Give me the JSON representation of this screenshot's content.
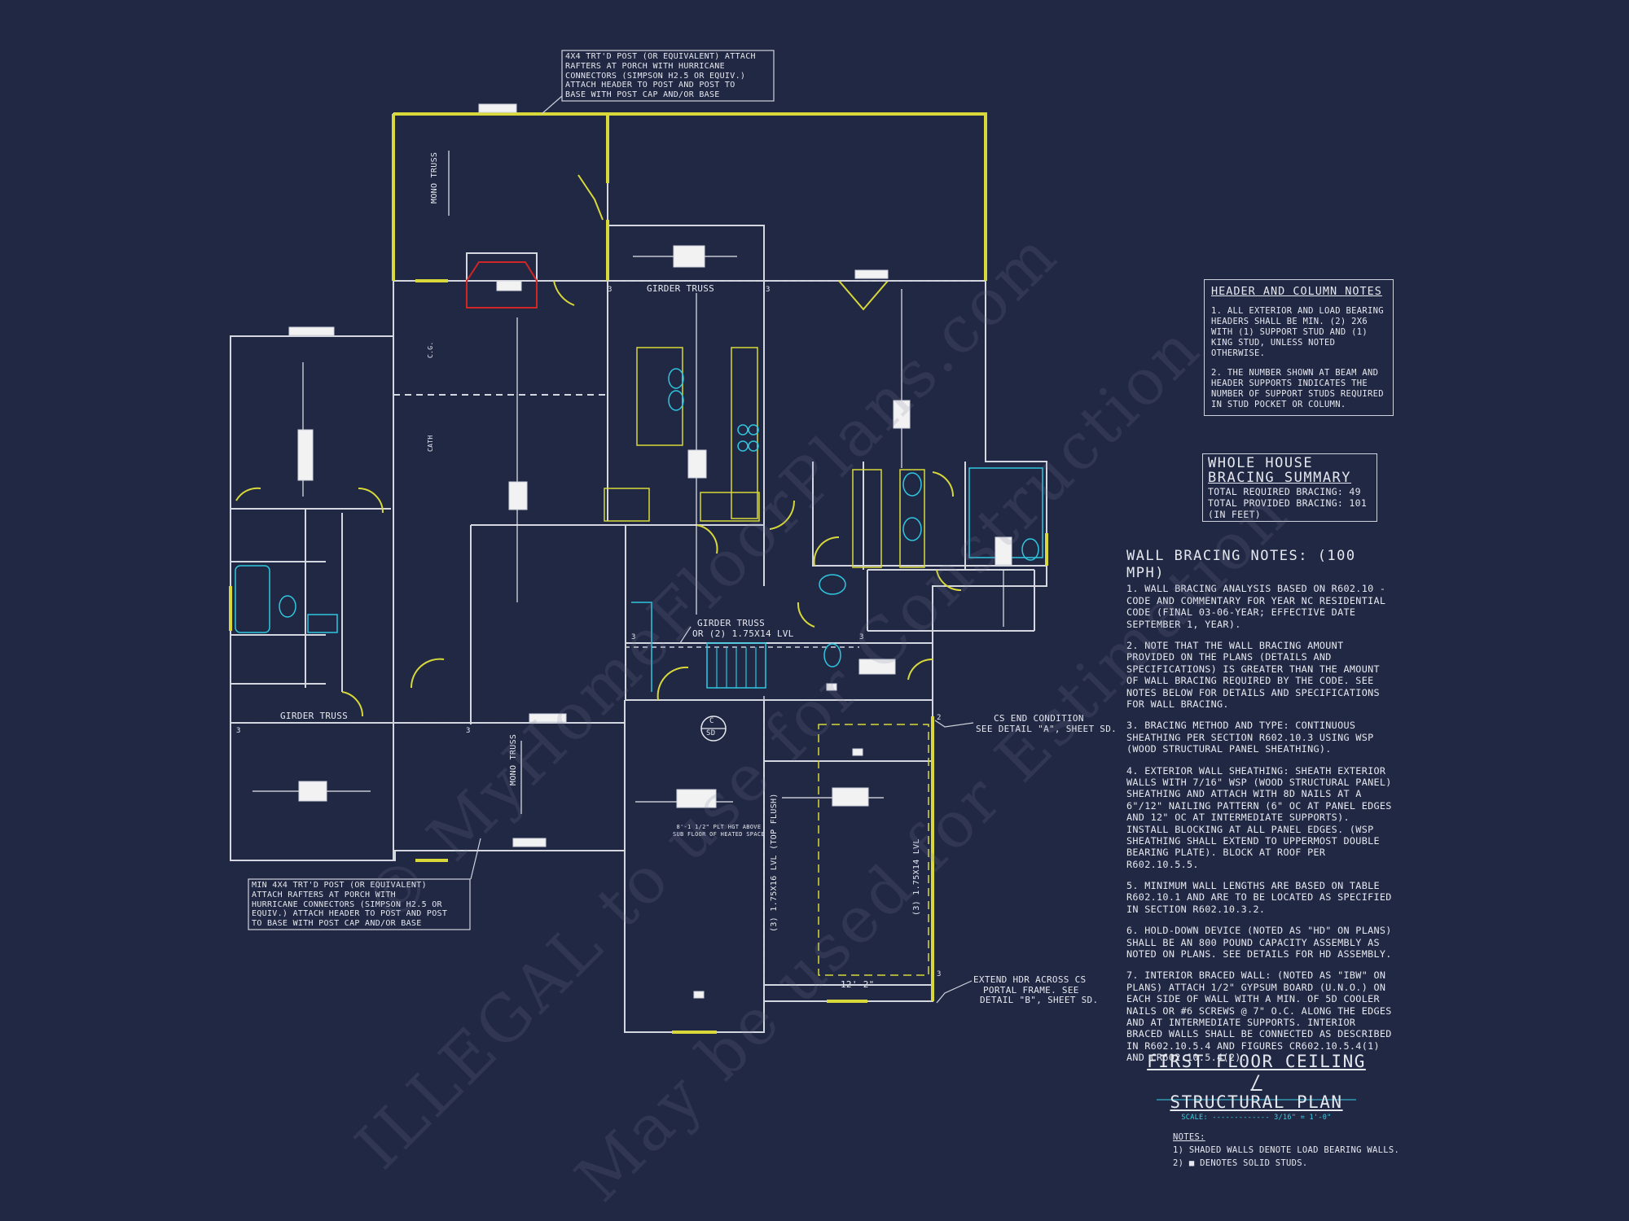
{
  "callouts": {
    "top_post": [
      "4x4 TRT'D POST (OR EQUIVALENT) ATTACH",
      "RAFTERS AT PORCH WITH HURRICANE",
      "CONNECTORS (SIMPSON H2.5 OR EQUIV.)",
      "ATTACH HEADER TO POST AND POST TO",
      "BASE WITH POST CAP AND/OR BASE"
    ],
    "bottom_post": [
      "MIN 4x4 TRT'D POST (OR EQUIVALENT)",
      "ATTACH RAFTERS AT PORCH WITH",
      "HURRICANE CONNECTORS (SIMPSON H2.5 OR",
      "EQUIV.) ATTACH HEADER TO POST AND POST",
      "TO BASE WITH POST CAP AND/OR BASE"
    ],
    "cs_end": [
      "CS END CONDITION",
      "SEE DETAIL \"A\", SHEET SD."
    ],
    "extend_hdr": [
      "EXTEND HDR ACROSS CS",
      "PORTAL FRAME. SEE",
      "DETAIL \"B\", SHEET SD."
    ],
    "girder_truss_2": [
      "GIRDER TRUSS",
      "OR (2) 1.75x14 LVL"
    ]
  },
  "plan_labels": {
    "girder_truss_top": "GIRDER TRUSS",
    "girder_truss_left": "GIRDER TRUSS",
    "mono_truss": "MONO TRUSS",
    "mono_truss_2": "MONO TRUSS",
    "cg": "C.G.",
    "cath": "CATH",
    "lvl_1": "(3) 1.75x16 LVL (TOP FLUSH)",
    "lvl_2": "(3) 1.75x14 LVL",
    "plt_note": [
      "8'-1 1/2\" PLT HGT ABOVE",
      "SUB FLOOR OF HEATED SPACE"
    ],
    "dim": "12'-2\"",
    "section_top": "C",
    "section_bottom": "SD",
    "num_3": "3",
    "num_2": "2"
  },
  "header_notes": {
    "title": "HEADER AND COLUMN NOTES",
    "p1": "1. ALL EXTERIOR AND LOAD BEARING HEADERS SHALL BE MIN. (2) 2x6 WITH (1) SUPPORT STUD AND (1) KING STUD, UNLESS NOTED OTHERWISE.",
    "p2": "2. THE NUMBER SHOWN AT BEAM AND HEADER SUPPORTS INDICATES THE NUMBER OF SUPPORT STUDS REQUIRED IN STUD POCKET OR COLUMN."
  },
  "bracing_summary": {
    "title_1": "WHOLE HOUSE",
    "title_2": "BRACING SUMMARY",
    "required": "TOTAL REQUIRED BRACING: 49",
    "provided": "TOTAL PROVIDED BRACING: 101",
    "unit": "(IN FEET)"
  },
  "wall_bracing": {
    "title": "WALL BRACING NOTES: (100 MPH)",
    "p1": "1. WALL BRACING ANALYSIS BASED ON R602.10 - CODE AND COMMENTARY FOR YEAR NC RESIDENTIAL CODE (FINAL 03-06-YEAR; EFFECTIVE DATE SEPTEMBER 1, YEAR).",
    "p2": "2. NOTE THAT THE WALL BRACING AMOUNT PROVIDED ON THE PLANS (DETAILS AND SPECIFICATIONS) IS GREATER THAN THE AMOUNT OF WALL BRACING REQUIRED BY THE CODE. SEE NOTES BELOW FOR DETAILS AND SPECIFICATIONS FOR WALL BRACING.",
    "p3": "3. BRACING METHOD AND TYPE: CONTINUOUS SHEATHING PER SECTION R602.10.3 USING WSP (WOOD STRUCTURAL PANEL SHEATHING).",
    "p4": "4. EXTERIOR WALL SHEATHING: SHEATH EXTERIOR WALLS WITH 7/16\" WSP (WOOD STRUCTURAL PANEL) SHEATHING AND ATTACH WITH 8d NAILS AT A 6\"/12\" NAILING PATTERN (6\" OC AT PANEL EDGES AND 12\" OC AT INTERMEDIATE SUPPORTS). INSTALL BLOCKING AT ALL PANEL EDGES. (WSP SHEATHING SHALL EXTEND TO UPPERMOST DOUBLE BEARING PLATE). BLOCK AT ROOF PER R602.10.5.5.",
    "p5": "5. MINIMUM WALL LENGTHS ARE BASED ON TABLE R602.10.1 AND ARE TO BE LOCATED AS SPECIFIED IN SECTION R602.10.3.2.",
    "p6": "6. HOLD-DOWN DEVICE (NOTED AS \"HD\" ON PLANS) SHALL BE AN 800 POUND CAPACITY ASSEMBLY AS NOTED ON PLANS. SEE DETAILS FOR HD ASSEMBLY.",
    "p7": "7. INTERIOR BRACED WALL: (NOTED AS \"IBW\" ON PLANS) ATTACH 1/2\" GYPSUM BOARD (U.N.O.) ON EACH SIDE OF WALL WITH A MIN. OF 5d COOLER NAILS OR #6 SCREWS @ 7\" O.C. ALONG THE EDGES AND AT INTERMEDIATE SUPPORTS. INTERIOR BRACED WALLS SHALL BE CONNECTED AS DESCRIBED IN R602.10.5.4 AND FIGURES CR602.10.5.4(1) AND CR602.10.5.4(2)."
  },
  "title_block": {
    "line1": "FIRST FLOOR CEILING /",
    "line2": "STRUCTURAL PLAN",
    "scale": "SCALE: ------------- 3/16\" = 1'-0\""
  },
  "notes": {
    "heading": "NOTES:",
    "n1": "1) SHADED WALLS DENOTE LOAD BEARING WALLS.",
    "n2": "2) ■ DENOTES SOLID STUDS."
  },
  "watermark": {
    "line1": "© MyHomeFloorPlans.com",
    "line2": "ILLEGAL to use for Construction",
    "line3": "May be used for Estimation"
  },
  "colors": {
    "background": "#212843",
    "wall": "#d4d7e0",
    "bearing_wall": "#d8d83a",
    "fixture": "#2fc6e0",
    "fireplace": "#d02525",
    "beam_box": "#f2f2f2"
  }
}
